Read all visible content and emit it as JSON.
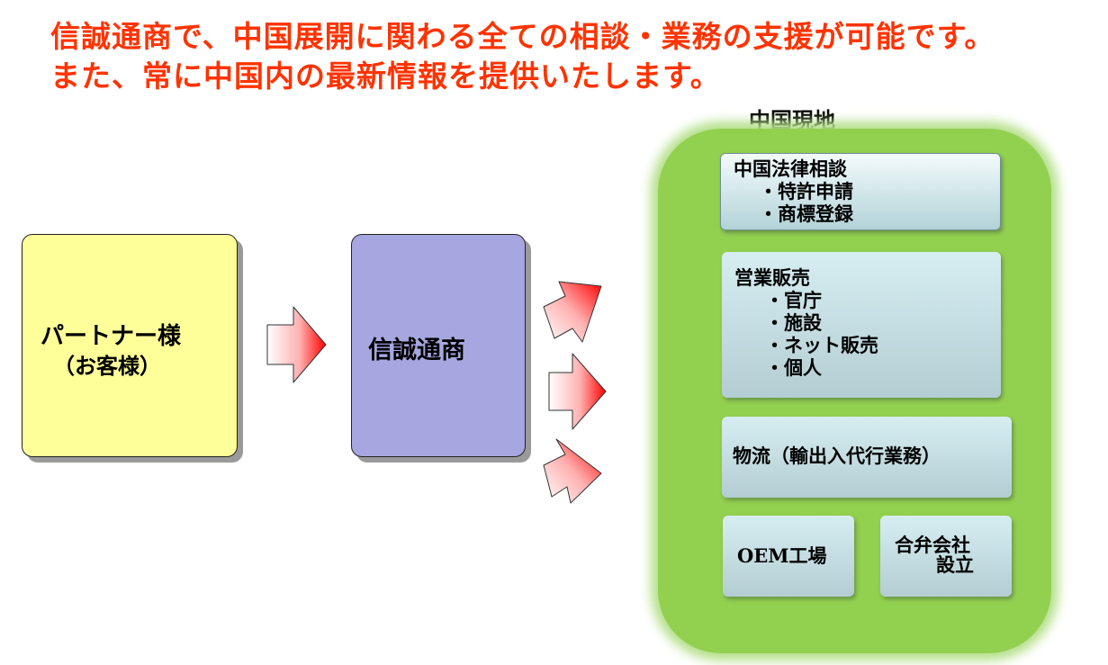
{
  "headline": {
    "line1": "信誠通商で、中国展開に関わる全ての相談・業務の支援が可能です。",
    "line2": "また、常に中国内の最新情報を提供いたします。"
  },
  "partner": {
    "line1": "パートナー様",
    "line2": "（お客様）"
  },
  "company": {
    "name": "信誠通商"
  },
  "local": {
    "title": "中国現地",
    "legal": {
      "title": "中国法律相談",
      "items": [
        "・特許申請",
        "・商標登録"
      ]
    },
    "sales": {
      "title": "営業販売",
      "items": [
        "・官庁",
        "・施設",
        "・ネット販売",
        "・個人"
      ]
    },
    "logistics": {
      "title": "物流（輸出入代行業務）"
    },
    "oem": {
      "title": "OEM工場"
    },
    "jv": {
      "line1": "合弁会社",
      "line2": "設立"
    }
  },
  "colors": {
    "headline": "#ff3300",
    "partner_box": "#ffff99",
    "company_box": "#a6a6e0",
    "local_area": "#92d050",
    "arrow_tip": "#ff0000"
  }
}
